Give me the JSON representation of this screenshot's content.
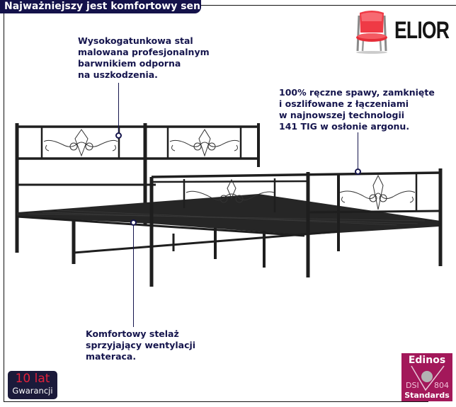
{
  "header": {
    "title": "Najważniejszy jest komfortowy sen"
  },
  "brand": {
    "name": "ELIOR",
    "logo_icon": "red-chair-icon",
    "accent_color": "#e8323c"
  },
  "callouts": [
    {
      "text": "Wysokogatunkowa stal\nmalowana profesjonalnym\nbarwnikiem odporna\nna uszkodzenia.",
      "target": "headboard"
    },
    {
      "text": "100% ręczne spawy, zamknięte\ni oszlifowane z łączeniami\nw najnowszej technologii\n141 TIG w osłonie argonu.",
      "target": "footboard"
    },
    {
      "text": "Komfortowy stelaż\nsprzyjający wentylacji\nmateraca.",
      "target": "slatted-frame"
    }
  ],
  "product": {
    "image": "black-metal-bed-frame",
    "color": "#1e1e1e"
  },
  "badges": {
    "warranty": {
      "years": "10 lat",
      "label": "Gwarancji"
    },
    "certification": {
      "brand": "Edinos",
      "left": "DSI",
      "number": "804",
      "bottom": "Standards"
    }
  },
  "colors": {
    "navy": "#14124a",
    "magenta": "#a3185a",
    "warranty_red": "#e2203a"
  }
}
